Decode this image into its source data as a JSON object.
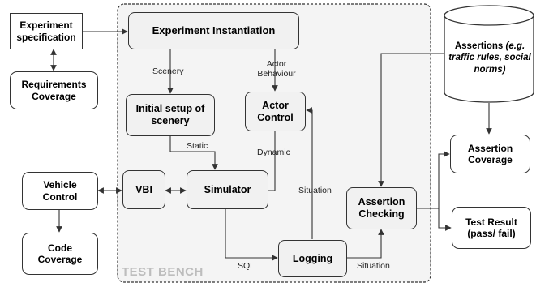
{
  "bench": {
    "label": "TEST BENCH"
  },
  "nodes": {
    "experiment_spec": "Experiment specification",
    "requirements_coverage": "Requirements Coverage",
    "experiment_instantiation": "Experiment Instantiation",
    "initial_setup": "Initial setup of scenery",
    "actor_control": "Actor Control",
    "vbi": "VBI",
    "simulator": "Simulator",
    "logging": "Logging",
    "assertion_checking": "Assertion Checking",
    "vehicle_control": "Vehicle Control",
    "code_coverage": "Code Coverage",
    "assertion_coverage": "Assertion Coverage",
    "test_result": "Test Result (pass/ fail)",
    "assertions_main": "Assertions",
    "assertions_detail": "(e.g. traffic rules, social norms)"
  },
  "edge_labels": {
    "scenery": "Scenery",
    "actor_behaviour": "Actor Behaviour",
    "static": "Static",
    "dynamic": "Dynamic",
    "situation_vertical": "Situation",
    "sql": "SQL",
    "situation_bottom": "Situation"
  },
  "colors": {
    "inner_fill": "#f1f1f1",
    "bench_fill": "#f4f4f4",
    "line": "#333333",
    "bench_label": "#bdbdbd"
  }
}
